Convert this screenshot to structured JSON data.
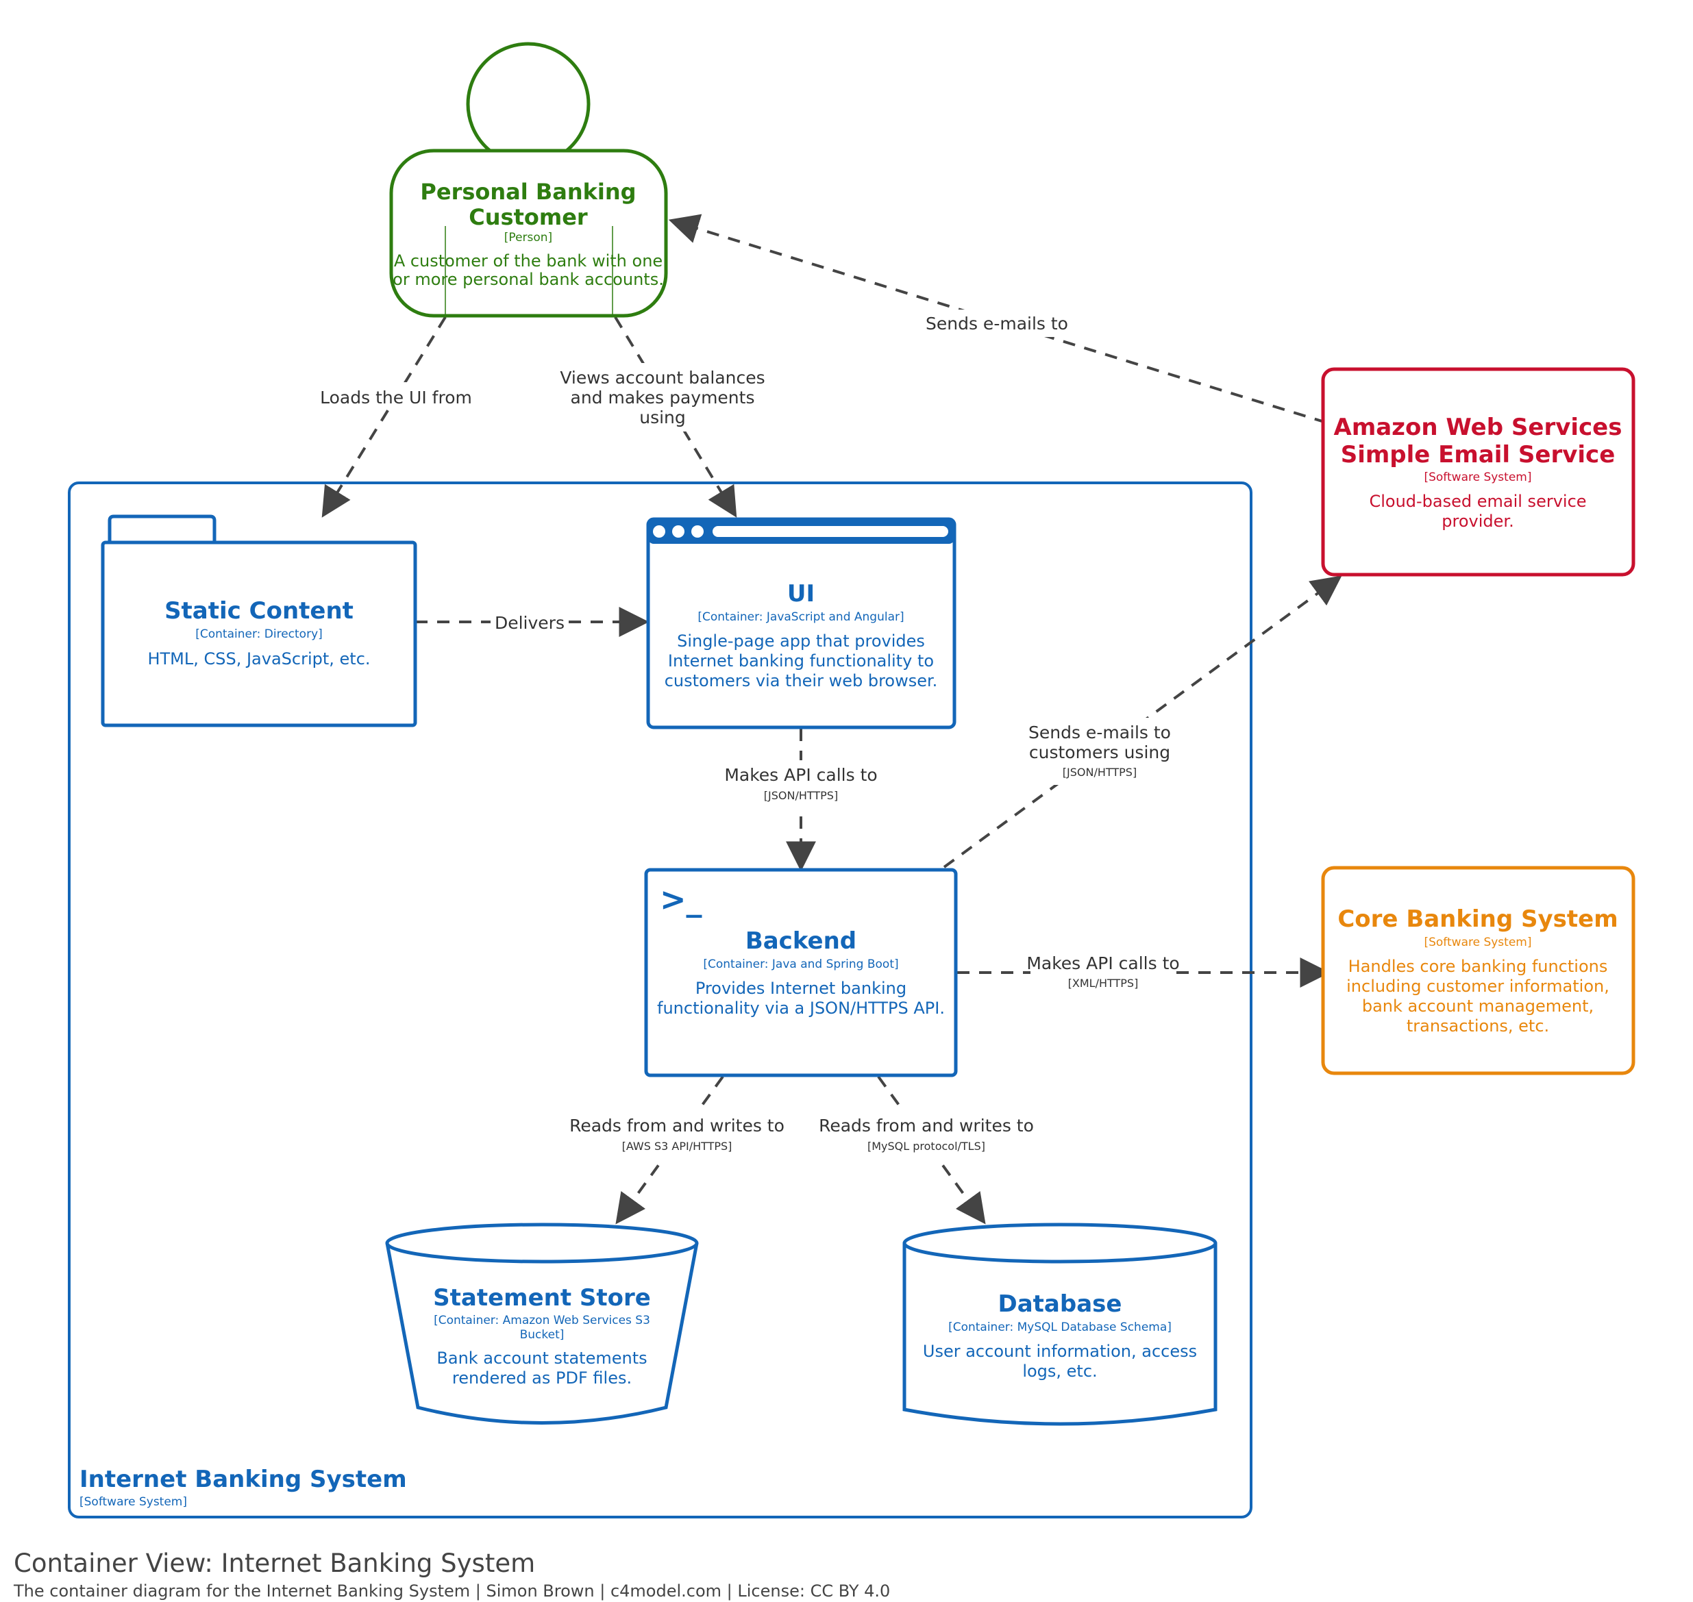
{
  "colors": {
    "container": "#1366b8",
    "person": "#2e7d10",
    "aws": "#c8102e",
    "core": "#e8870d",
    "relationship": "#444444"
  },
  "person": {
    "title_line1": "Personal Banking",
    "title_line2": "Customer",
    "tech": "[Person]",
    "desc_line1": "A customer of the bank with one",
    "desc_line2": "or more personal bank accounts."
  },
  "aws": {
    "title_line1": "Amazon Web Services",
    "title_line2": "Simple Email Service",
    "tech": "[Software System]",
    "desc_line1": "Cloud-based email service",
    "desc_line2": "provider."
  },
  "core": {
    "title": "Core Banking System",
    "tech": "[Software System]",
    "desc_line1": "Handles core banking functions",
    "desc_line2": "including customer information,",
    "desc_line3": "bank account management,",
    "desc_line4": "transactions, etc."
  },
  "boundary": {
    "title": "Internet Banking System",
    "tech": "[Software System]"
  },
  "static_content": {
    "title": "Static Content",
    "tech": "[Container: Directory]",
    "desc_line1": "HTML, CSS, JavaScript, etc."
  },
  "ui": {
    "title": "UI",
    "tech": "[Container: JavaScript and Angular]",
    "desc_line1": "Single-page app that provides",
    "desc_line2": "Internet banking functionality to",
    "desc_line3": "customers via their web browser."
  },
  "backend": {
    "title": "Backend",
    "tech": "[Container: Java and Spring Boot]",
    "desc_line1": "Provides Internet banking",
    "desc_line2": "functionality via a JSON/HTTPS API.",
    "prompt": ">_"
  },
  "statement_store": {
    "title": "Statement Store",
    "tech_line1": "[Container: Amazon Web Services S3",
    "tech_line2": "Bucket]",
    "desc_line1": "Bank account statements",
    "desc_line2": "rendered as PDF files."
  },
  "database": {
    "title": "Database",
    "tech": "[Container: MySQL Database Schema]",
    "desc_line1": "User account information, access",
    "desc_line2": "logs, etc."
  },
  "relationships": {
    "loads_ui": {
      "label": "Loads the UI from"
    },
    "views": {
      "line1": "Views account balances",
      "line2": "and makes payments",
      "line3": "using"
    },
    "sends_emails_to": {
      "label": "Sends e-mails to"
    },
    "delivers": {
      "label": "Delivers"
    },
    "ui_api": {
      "label": "Makes API calls to",
      "tech": "[JSON/HTTPS]"
    },
    "backend_email": {
      "line1": "Sends e-mails to",
      "line2": "customers using",
      "tech": "[JSON/HTTPS]"
    },
    "backend_core": {
      "label": "Makes API calls to",
      "tech": "[XML/HTTPS]"
    },
    "backend_s3": {
      "label": "Reads from and writes to",
      "tech": "[AWS S3 API/HTTPS]"
    },
    "backend_db": {
      "label": "Reads from and writes to",
      "tech": "[MySQL protocol/TLS]"
    }
  },
  "caption": {
    "title": "Container View: Internet Banking System",
    "subtitle": "The container diagram for the Internet Banking System | Simon Brown | c4model.com | License: CC BY 4.0"
  }
}
